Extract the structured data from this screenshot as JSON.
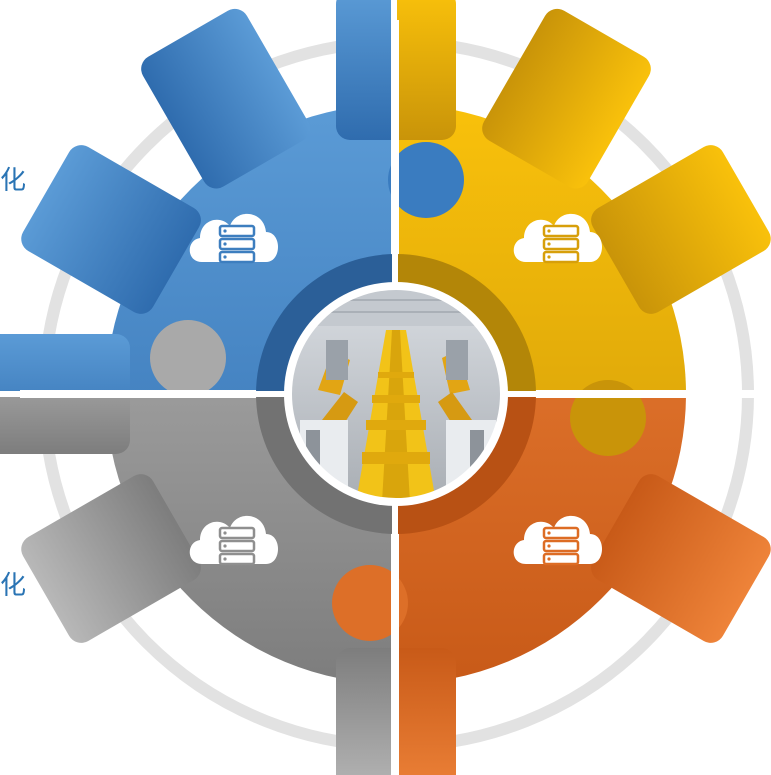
{
  "labels": {
    "top": "化",
    "bottom": "化"
  },
  "colors": {
    "text": "#2a74b4",
    "ring": "#e2e2e2",
    "blue": "#3d7ebf",
    "yellow": "#e6ac0a",
    "gray": "#a3a3a3",
    "orange": "#e2742b",
    "divider": "#ffffff"
  },
  "icons": {
    "blue": "cloud-server-icon",
    "yellow": "cloud-server-icon",
    "gray": "cloud-server-icon",
    "orange": "cloud-server-icon",
    "center": "factory-robot-assembly-line-image"
  }
}
